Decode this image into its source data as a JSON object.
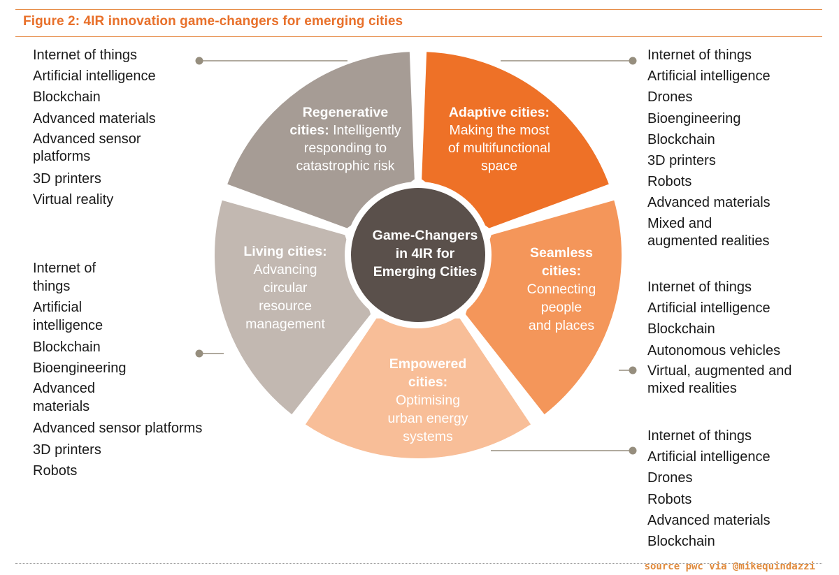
{
  "figure": {
    "title": "Figure 2: 4IR innovation game-changers for emerging cities",
    "credit": "source pwc via @mikequindazzi"
  },
  "hub": {
    "lines": [
      "Game-Changers",
      "in 4IR for",
      "Emerging Cities"
    ],
    "color": "#5a504b"
  },
  "segments": [
    {
      "key": "regenerative",
      "color": "#a69c95",
      "label_lines": [
        [
          {
            "t": "Regenerative",
            "b": true
          }
        ],
        [
          {
            "t": "cities:",
            "b": true
          },
          {
            "t": " Intelligently",
            "b": false
          }
        ],
        [
          {
            "t": "responding to",
            "b": false
          }
        ],
        [
          {
            "t": "catastrophic risk",
            "b": false
          }
        ]
      ],
      "technologies": [
        "Internet of things",
        "Artificial intelligence",
        "Blockchain",
        "Advanced materials",
        "Advanced sensor\nplatforms",
        "3D printers",
        "Virtual reality"
      ]
    },
    {
      "key": "adaptive",
      "color": "#ee7127",
      "label_lines": [
        [
          {
            "t": "Adaptive cities:",
            "b": true
          }
        ],
        [
          {
            "t": "Making the most",
            "b": false
          }
        ],
        [
          {
            "t": "of multifunctional",
            "b": false
          }
        ],
        [
          {
            "t": "space",
            "b": false
          }
        ]
      ],
      "technologies": [
        "Internet of things",
        "Artificial intelligence",
        "Drones",
        "Bioengineering",
        "Blockchain",
        "3D printers",
        "Robots",
        "Advanced materials",
        "Mixed and\naugmented realities"
      ]
    },
    {
      "key": "seamless",
      "color": "#f4965a",
      "label_lines": [
        [
          {
            "t": "Seamless",
            "b": true
          }
        ],
        [
          {
            "t": "cities:",
            "b": true
          }
        ],
        [
          {
            "t": "Connecting",
            "b": false
          }
        ],
        [
          {
            "t": "people",
            "b": false
          }
        ],
        [
          {
            "t": "and places",
            "b": false
          }
        ]
      ],
      "technologies": [
        "Internet of things",
        "Artificial intelligence",
        "Blockchain",
        "Autonomous vehicles",
        "Virtual, augmented and\nmixed realities"
      ]
    },
    {
      "key": "empowered",
      "color": "#f8be98",
      "label_lines": [
        [
          {
            "t": "Empowered",
            "b": true
          }
        ],
        [
          {
            "t": "cities:",
            "b": true
          }
        ],
        [
          {
            "t": "Optimising",
            "b": false
          }
        ],
        [
          {
            "t": "urban energy",
            "b": false
          }
        ],
        [
          {
            "t": "systems",
            "b": false
          }
        ]
      ],
      "technologies": [
        "Internet of things",
        "Artificial intelligence",
        "Drones",
        "Robots",
        "Advanced materials",
        "Blockchain"
      ]
    },
    {
      "key": "living",
      "color": "#c2b8b1",
      "label_lines": [
        [
          {
            "t": "Living cities:",
            "b": true
          }
        ],
        [
          {
            "t": "Advancing",
            "b": false
          }
        ],
        [
          {
            "t": "circular",
            "b": false
          }
        ],
        [
          {
            "t": "resource",
            "b": false
          }
        ],
        [
          {
            "t": "management",
            "b": false
          }
        ]
      ],
      "technologies": [
        "Internet of\nthings",
        "Artificial\nintelligence",
        "Blockchain",
        "Bioengineering",
        "Advanced\nmaterials",
        "Advanced sensor platforms",
        "3D printers",
        "Robots"
      ]
    }
  ],
  "connector_color": "#968e7e"
}
